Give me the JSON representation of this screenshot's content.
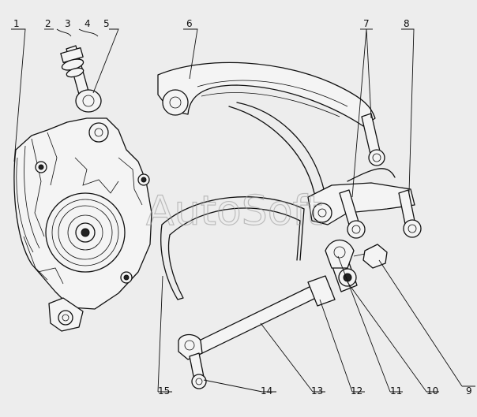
{
  "callouts": {
    "c1": "1",
    "c2": "2",
    "c3": "3",
    "c4": "4",
    "c5": "5",
    "c6": "6",
    "c7": "7",
    "c8": "8",
    "c9": "9",
    "c10": "10",
    "c11": "11",
    "c12": "12",
    "c13": "13",
    "c14": "14",
    "c15": "15"
  },
  "watermark": "AutoSoft"
}
